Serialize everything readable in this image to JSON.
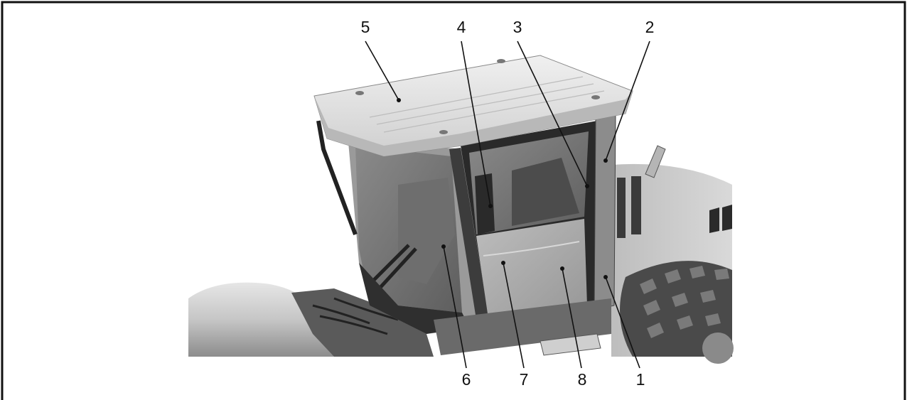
{
  "diagram": {
    "callouts": [
      {
        "number": "1"
      },
      {
        "number": "2"
      },
      {
        "number": "3"
      },
      {
        "number": "4"
      },
      {
        "number": "5"
      },
      {
        "number": "6"
      },
      {
        "number": "7"
      },
      {
        "number": "8"
      }
    ],
    "colors": {
      "background": "#ffffff",
      "ink": "#111111",
      "body_light": "#d4d4d4",
      "body_mid": "#a8a8a8",
      "body_dark": "#4a4a4a"
    }
  }
}
